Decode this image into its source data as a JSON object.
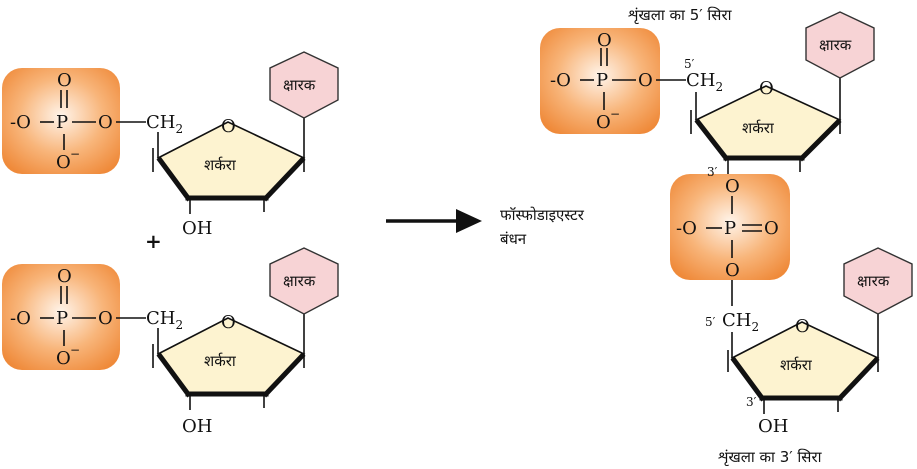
{
  "labels": {
    "base": "क्षारक",
    "sugar": "शर्करा",
    "plus": "+",
    "bond_line1": "फॉस्फोडाइएस्टर",
    "bond_line2": "बंधन",
    "strand_5_end": "शृंखला का 5′ सिरा",
    "strand_3_end": "शृंखला का 3′ सिरा"
  },
  "chem": {
    "phosphorus": "P",
    "oxygen": "O",
    "o_minus_left": "-O",
    "o_minus_sup": "−",
    "ch2": "CH",
    "ch2_sub": "2",
    "oh": "OH",
    "prime5": "5′",
    "prime3": "3′"
  },
  "colors": {
    "phosphate_box": "#f4a35a",
    "sugar_ring": "#fdf3d0",
    "base_hexagon": "#f7d3d5"
  }
}
